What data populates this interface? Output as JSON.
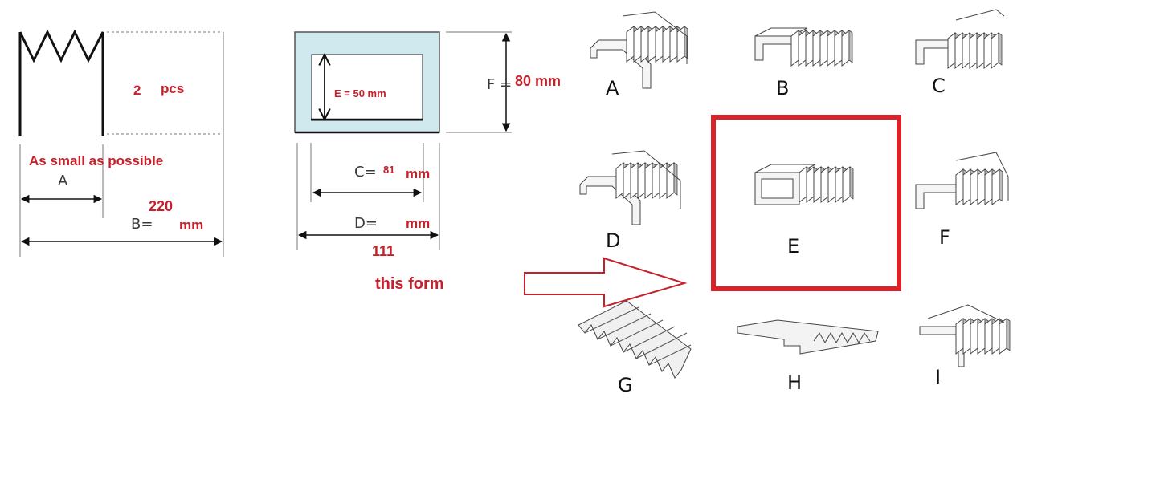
{
  "left_diagram": {
    "quantity_value": "2",
    "quantity_unit": "pcs",
    "a_note": "As small as possible",
    "a_label": "A",
    "b_value": "220",
    "b_label": "B=",
    "b_unit": "mm"
  },
  "middle_diagram": {
    "e_label": "E = 50 mm",
    "f_label": "F =",
    "f_value": "80 mm",
    "c_label": "C=",
    "c_value": "81",
    "c_unit": "mm",
    "d_label": "D=",
    "d_unit": "mm",
    "d_value": "111",
    "pointer_text": "this form"
  },
  "types": {
    "a": "A",
    "b": "B",
    "c": "C",
    "d": "D",
    "e": "E",
    "f": "F",
    "g": "G",
    "h": "H",
    "i": "I"
  },
  "colors": {
    "highlight": "#d8232a",
    "fill": "#cfe9ee",
    "annotation": "#c8202a"
  },
  "icons": {
    "pointer": "arrow-right-icon"
  }
}
